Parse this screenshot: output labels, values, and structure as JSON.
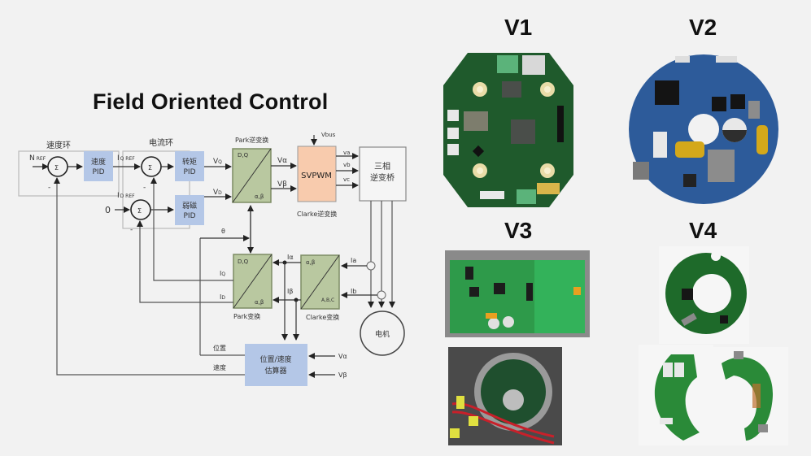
{
  "slide": {
    "title": "Field Oriented Control"
  },
  "diagram": {
    "speed_loop_label": "速度环",
    "current_loop_label": "电流环",
    "n_ref": "N",
    "n_ref_sub": "REF",
    "iq_ref": "I",
    "iq_ref_sub": "Q REF",
    "id_ref": "I",
    "id_ref_sub": "D REF",
    "zero": "0",
    "sigma": "Σ",
    "minus": "-",
    "speed_pid": [
      "速度",
      "PID"
    ],
    "torque_pid": [
      "转矩",
      "PID"
    ],
    "fw_pid": [
      "弱磁",
      "PID"
    ],
    "vq": "V",
    "vq_sub": "Q",
    "vd": "V",
    "vd_sub": "D",
    "inv_park_label": "Park逆变换",
    "dq": "D,Q",
    "ab": "α,β",
    "v_alpha": "Vα",
    "v_beta": "Vβ",
    "vbus": "Vbus",
    "svpwm": "SVPWM",
    "inv_clarke_label": "Clarke逆变换",
    "va": "va",
    "vb": "vb",
    "vc": "vc",
    "inverter": [
      "三相",
      "逆变桥"
    ],
    "theta": "θ",
    "park_label": "Park变换",
    "iq": "I",
    "iq_sub": "Q",
    "id": "I",
    "id_sub": "D",
    "i_alpha": "Iα",
    "i_beta": "Iβ",
    "clarke_label": "Clarke变换",
    "abc": "A,B,C",
    "ia": "Ia",
    "ib": "Ib",
    "motor": "电机",
    "position": "位置",
    "speed": "速度",
    "estimator": [
      "位置/速度",
      "估算器"
    ],
    "est_v_alpha": "Vα",
    "est_v_beta": "Vβ"
  },
  "versions": [
    {
      "label": "V1",
      "image": "round green PCB"
    },
    {
      "label": "V2",
      "image": "round blue PCB"
    },
    {
      "label": "V3",
      "images": [
        "rectangular green PCB",
        "motor with mounted controller"
      ]
    },
    {
      "label": "V4",
      "images": [
        "ring PCB render",
        "split arc PCB renders"
      ]
    }
  ],
  "colors": {
    "pid_block": "#b4c7e7",
    "transform_block": "#b9c8a0",
    "svpwm_block": "#f8cbad",
    "background": "#f2f2f2"
  }
}
